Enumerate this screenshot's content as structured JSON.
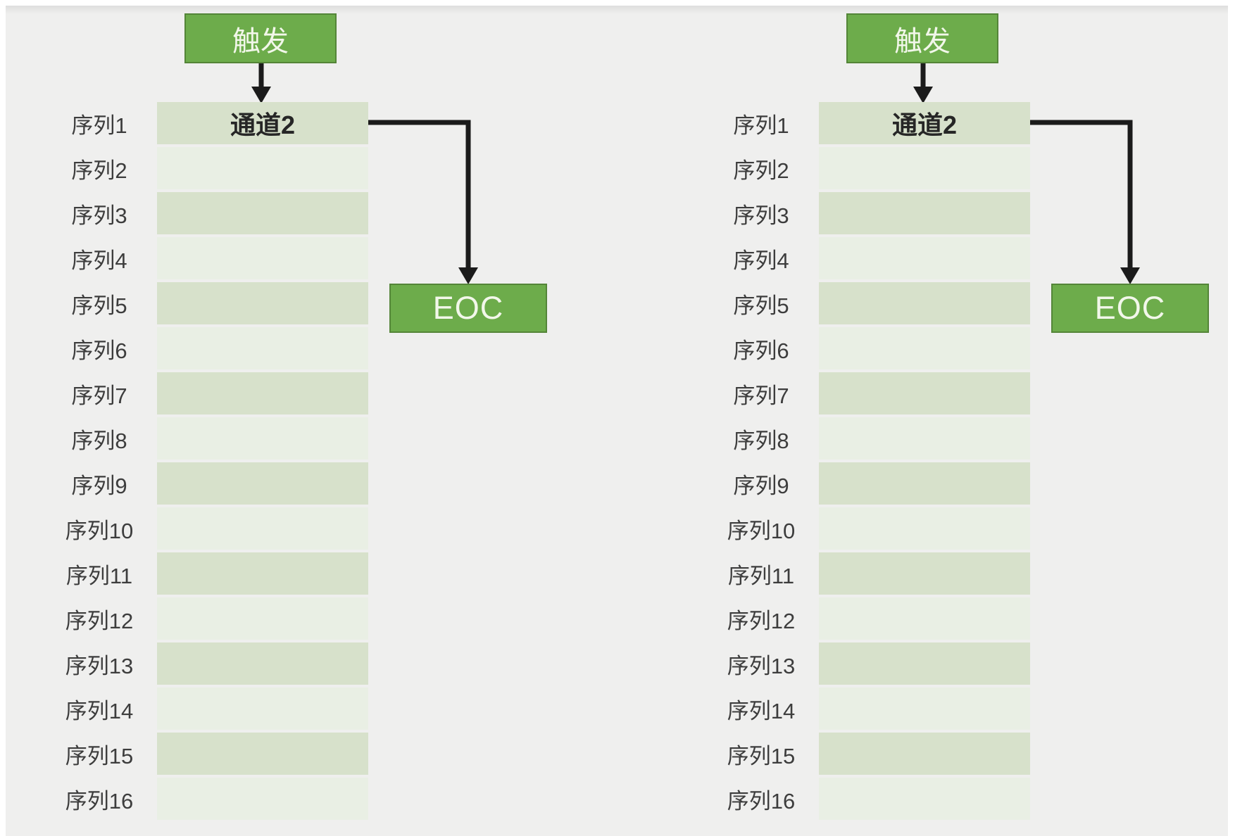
{
  "colors": {
    "canvas_bg": "#efefee",
    "accent_green": "#6dac4b",
    "accent_green_border": "#548538",
    "row_odd": "#d7e1cb",
    "row_even": "#e9efe4",
    "label_text": "#3d3d3d",
    "channel_text": "#262626",
    "button_text": "#f2f7ea",
    "arrow": "#1b1b1b"
  },
  "diagrams": [
    {
      "trigger_button": "触发",
      "channel_cell": "通道2",
      "eoc_button": "EOC",
      "sequence_labels": [
        "序列1",
        "序列2",
        "序列3",
        "序列4",
        "序列5",
        "序列6",
        "序列7",
        "序列8",
        "序列9",
        "序列10",
        "序列11",
        "序列12",
        "序列13",
        "序列14",
        "序列15",
        "序列16"
      ]
    },
    {
      "trigger_button": "触发",
      "channel_cell": "通道2",
      "eoc_button": "EOC",
      "sequence_labels": [
        "序列1",
        "序列2",
        "序列3",
        "序列4",
        "序列5",
        "序列6",
        "序列7",
        "序列8",
        "序列9",
        "序列10",
        "序列11",
        "序列12",
        "序列13",
        "序列14",
        "序列15",
        "序列16"
      ]
    }
  ]
}
